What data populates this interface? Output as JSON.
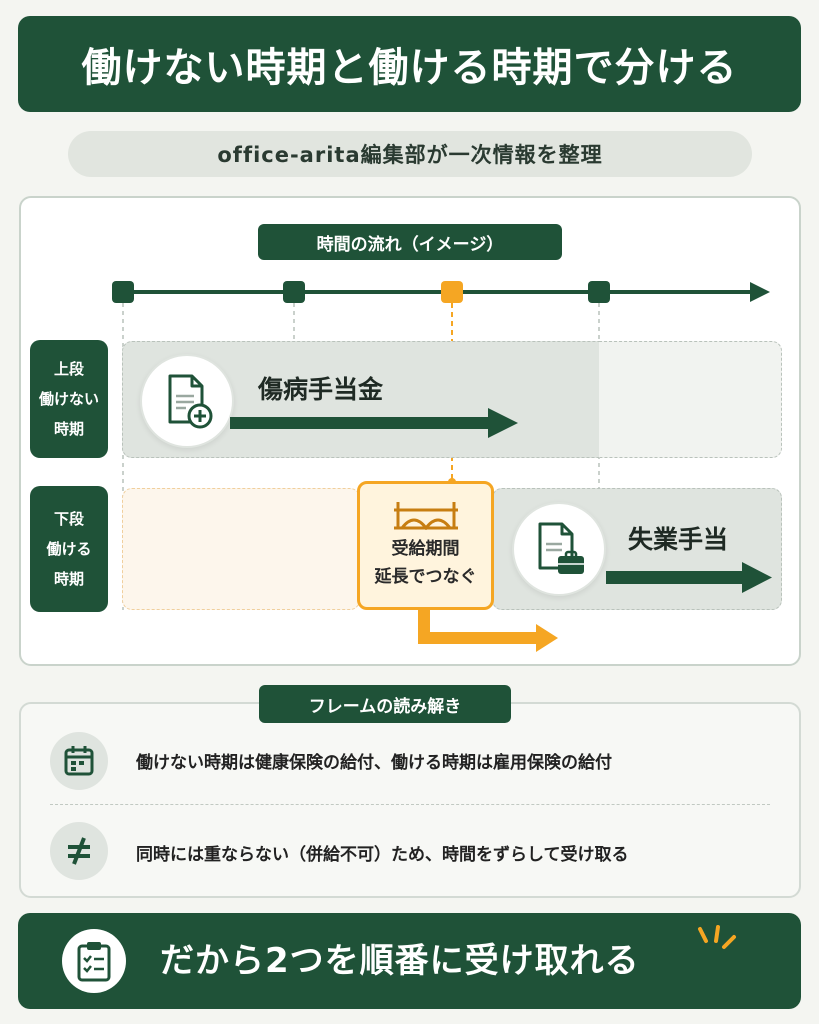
{
  "header": {
    "title": "働けない時期と働ける時期で分ける"
  },
  "subtitle": "office-arita編集部が一次情報を整理",
  "timeline": {
    "label": "時間の流れ（イメージ）",
    "upper_row": {
      "line1": "上段",
      "line2": "働けない",
      "line3": "時期"
    },
    "lower_row": {
      "line1": "下段",
      "line2": "働ける",
      "line3": "時期"
    },
    "upper_benefit": "傷病手当金",
    "lower_benefit": "失業手当",
    "bridge": {
      "line1": "受給期間",
      "line2": "延長でつなぐ"
    }
  },
  "frame": {
    "label": "フレームの読み解き",
    "items": [
      {
        "icon": "calendar-icon",
        "text": "働けない時期は健康保険の給付、働ける時期は雇用保険の給付"
      },
      {
        "icon": "not-equal-icon",
        "text": "同時には重ならない（併給不可）ため、時間をずらして受け取る"
      }
    ]
  },
  "footer": {
    "text": "だから2つを順番に受け取れる"
  },
  "colors": {
    "primary": "#1f5238",
    "accent": "#f5a623",
    "band": "#dfe4df"
  }
}
